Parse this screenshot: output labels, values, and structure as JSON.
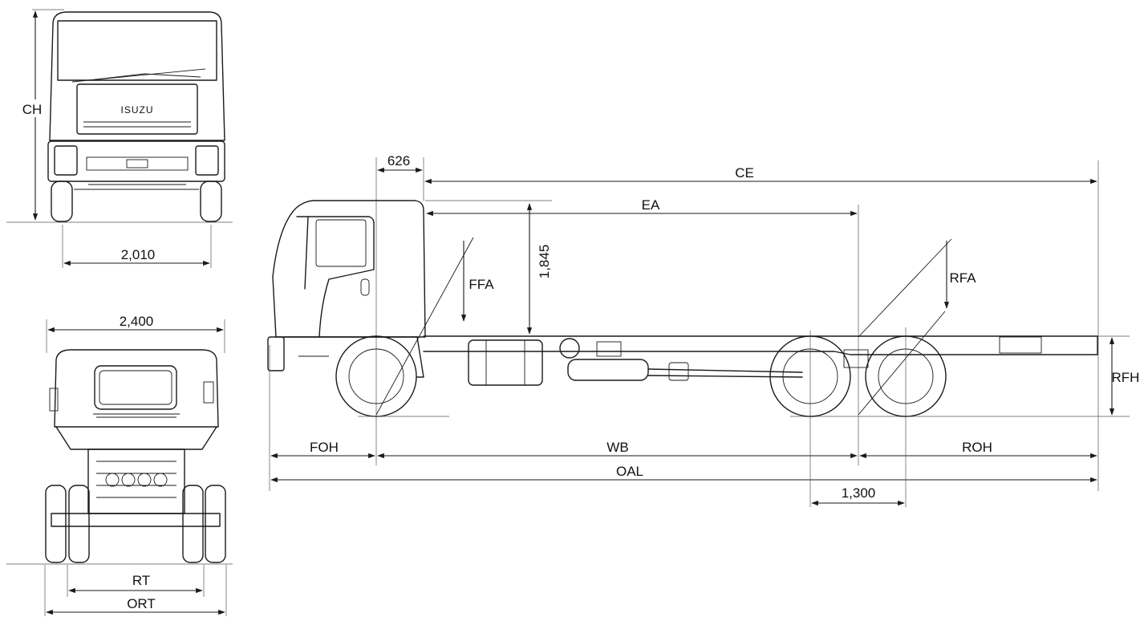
{
  "brand": {
    "logo_text": "ISUZU"
  },
  "front_view": {
    "labels": {
      "height": "CH",
      "width": "2,010"
    }
  },
  "rear_view": {
    "labels": {
      "overall_width": "2,400",
      "rear_track": "RT",
      "outer_rear_track": "ORT"
    }
  },
  "side_view": {
    "labels": {
      "cab_to_front": "626",
      "cab_end": "CE",
      "end_to_axle": "EA",
      "cab_height": "1,845",
      "front_frame_angle": "FFA",
      "rear_frame_angle": "RFA",
      "rear_frame_height": "RFH",
      "front_overhang": "FOH",
      "wheelbase": "WB",
      "rear_overhang": "ROH",
      "overall_length": "OAL",
      "axle_spread": "1,300"
    }
  }
}
